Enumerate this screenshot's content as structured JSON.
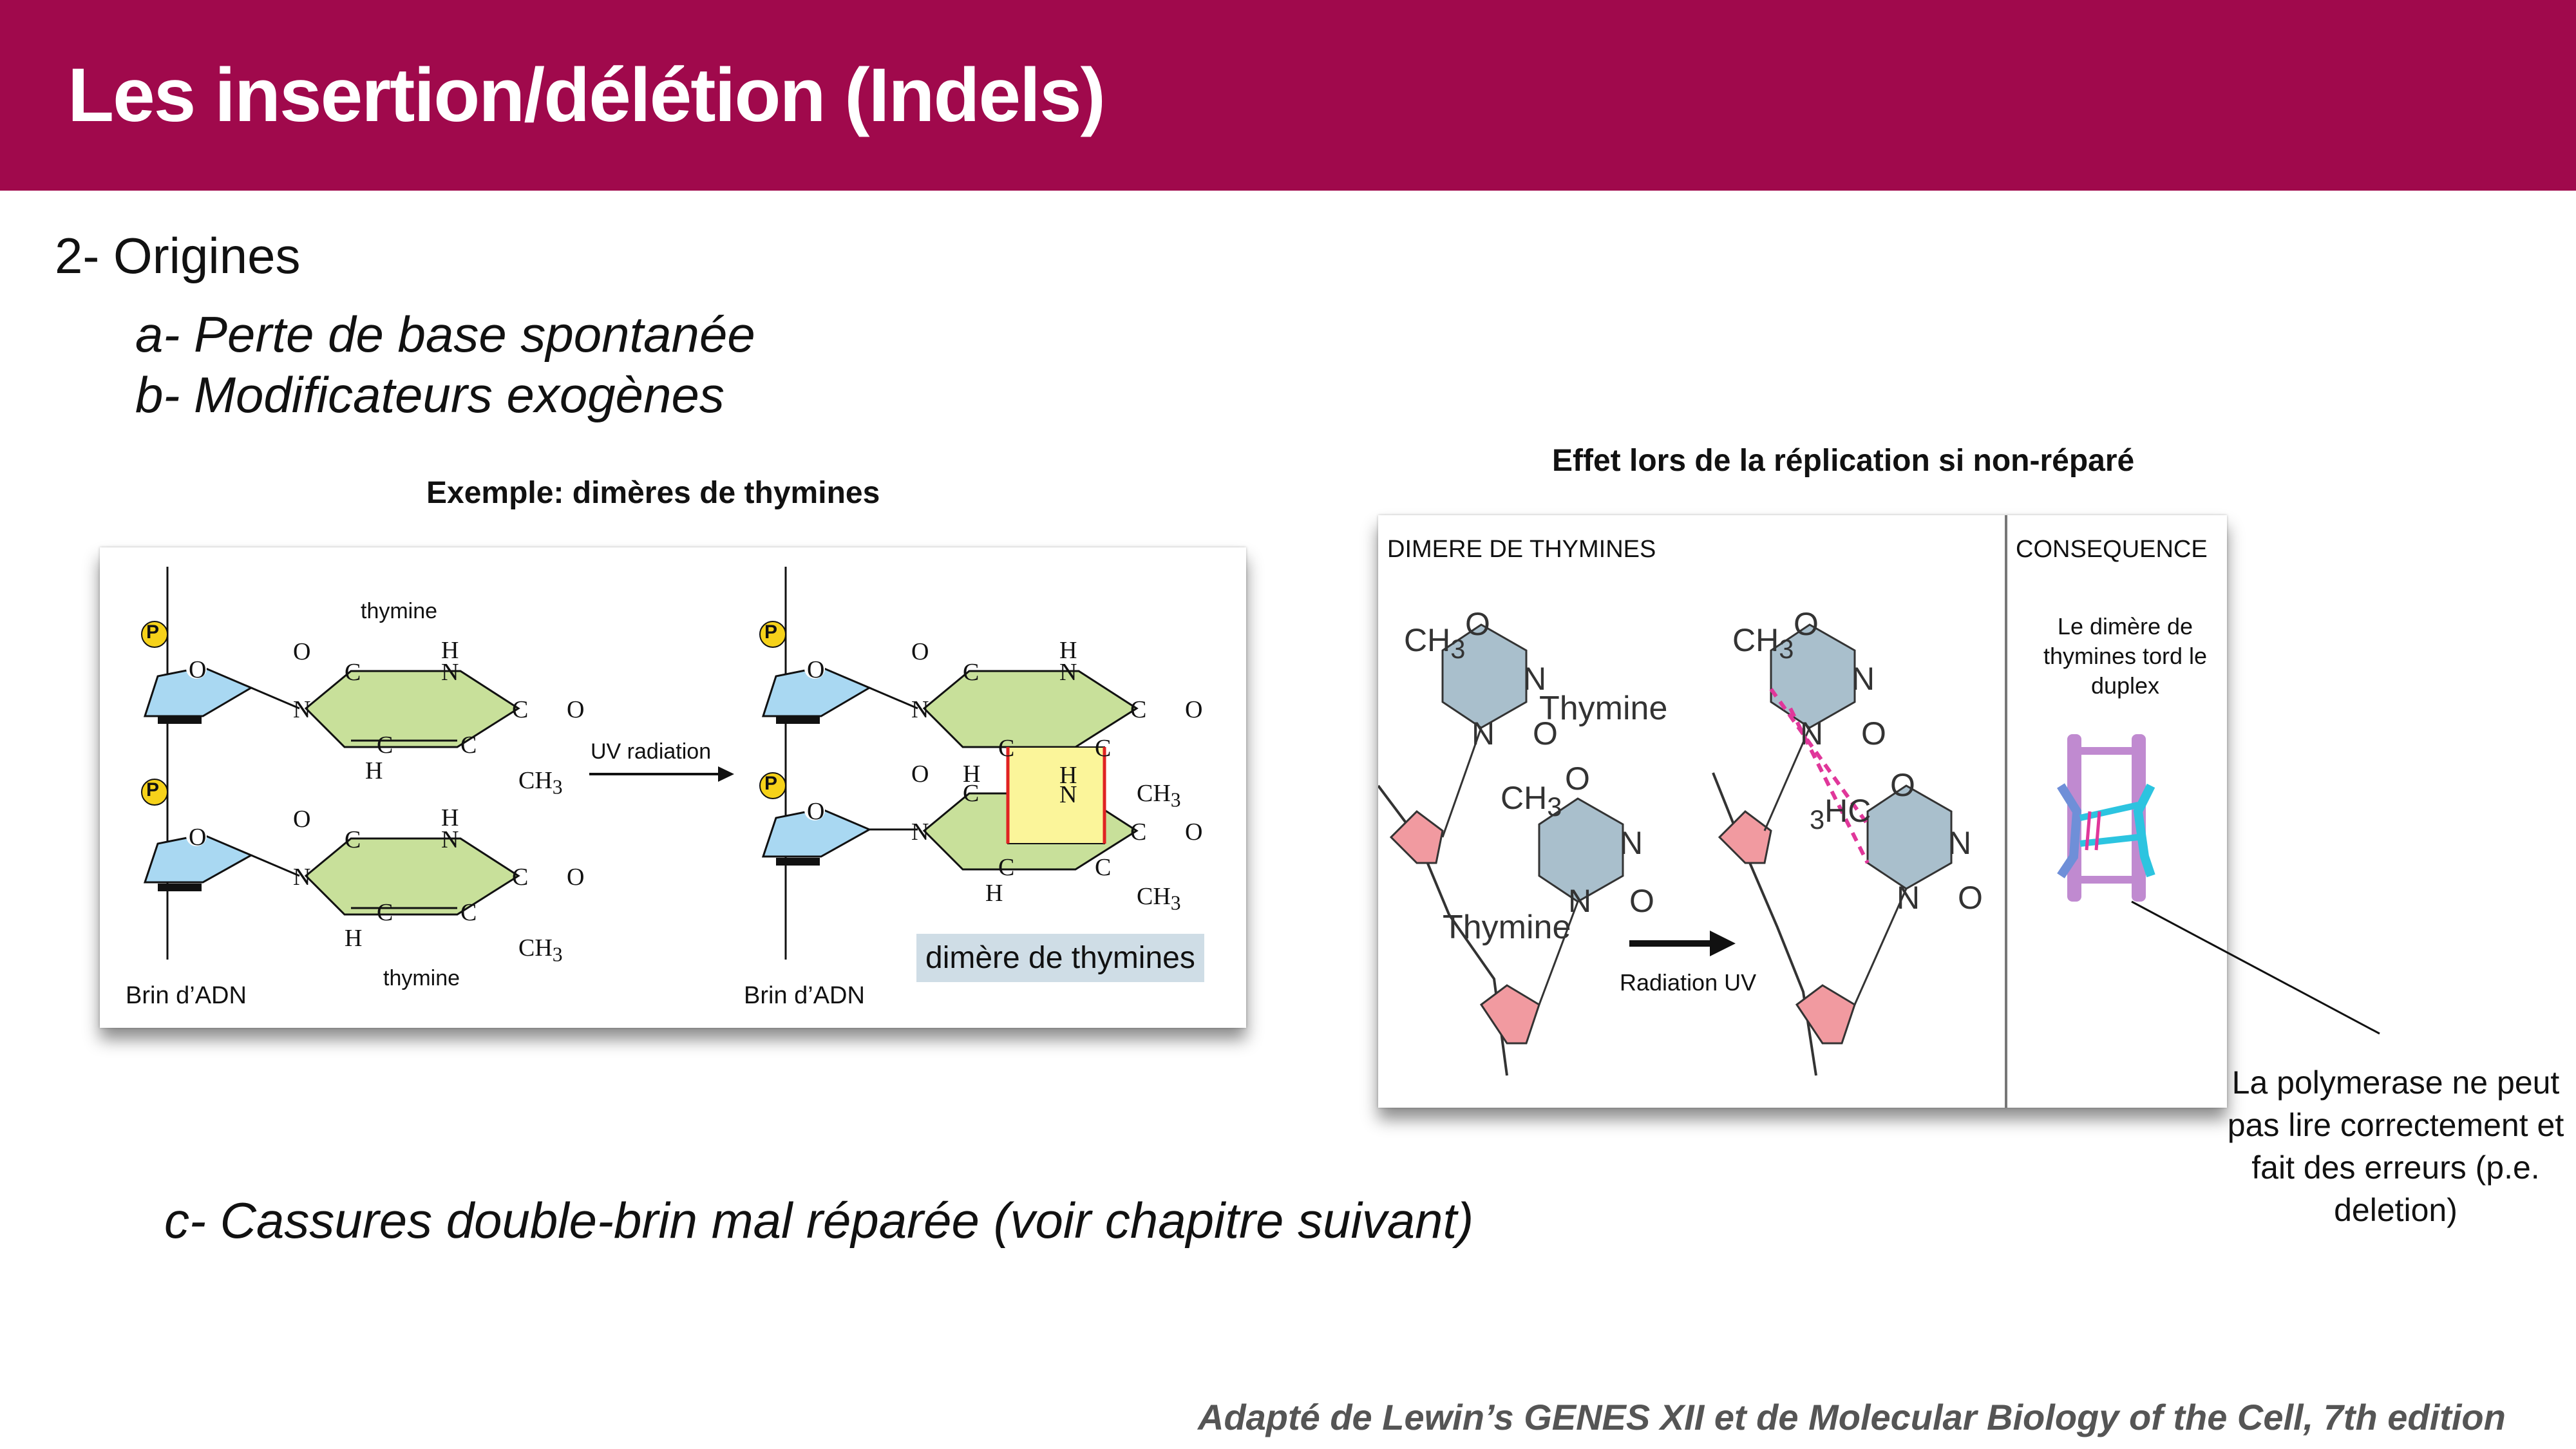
{
  "slide": {
    "title": "Les insertion/délétion (Indels)",
    "heading": "2- Origines",
    "item_a": "a- Perte de base spontanée",
    "item_b": "b- Modificateurs exogènes",
    "item_c": "c- Cassures double-brin mal réparée (voir chapitre suivant)",
    "credit": "Adapté de Lewin’s GENES XII et de Molecular Biology of the Cell, 7th edition"
  },
  "colors": {
    "banner": "#a0094c",
    "sugar_blue": "#a9d8f2",
    "base_green": "#c8e09a",
    "dimer_yellow": "#fbf59a",
    "sugar_pink": "#f19aa0",
    "base_grey_blue": "#a9bfcc",
    "phosphate": "#f6d21a"
  },
  "left_figure": {
    "caption": "Exemple: dimères de thymines",
    "thymine_top": "thymine",
    "thymine_bottom": "thymine",
    "arrow_label": "UV radiation",
    "strand_left": "Brin d’ADN",
    "strand_right": "Brin d’ADN",
    "dimer_box": "dimère de thymines",
    "phosphate_label": "P",
    "ring": {
      "O": "O",
      "C": "C",
      "N": "N",
      "H": "H",
      "CH3": "CH",
      "sub3": "3"
    }
  },
  "right_figure": {
    "caption": "Effet lors de la réplication si non-réparé",
    "section_left": "DIMERE DE THYMINES",
    "section_right": "CONSEQUENCE",
    "thymine_1": "Thymine",
    "thymine_2": "Thymine",
    "arrow_label": "Radiation UV",
    "consequence_text": "Le dimère de thymines tord le duplex",
    "H3C": "H",
    "C_label": "C"
  },
  "polymerase_note": "La polymerase ne peut pas lire correctement et fait des erreurs (p.e. deletion)"
}
